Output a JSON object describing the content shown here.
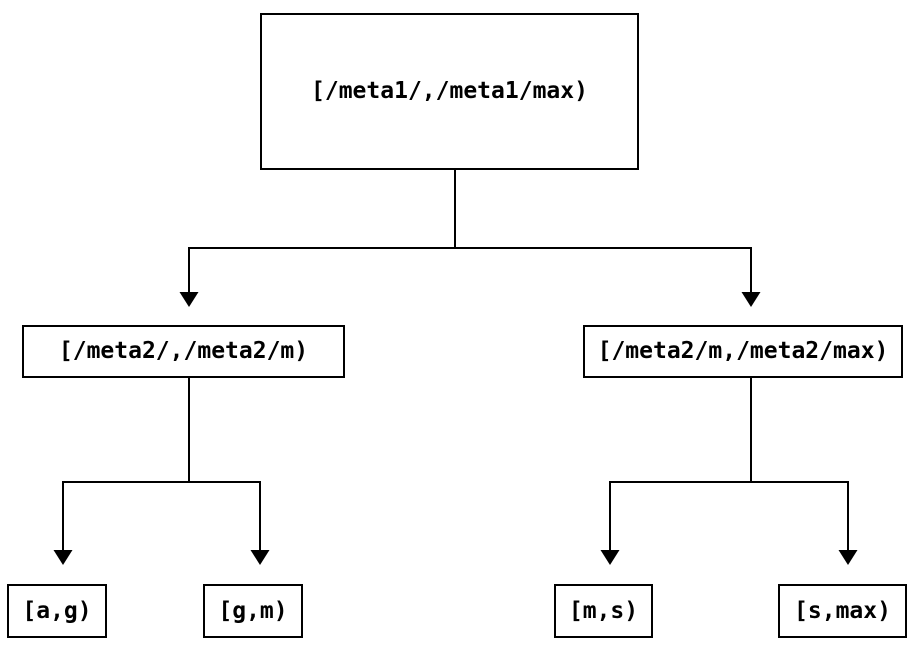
{
  "diagram": {
    "type": "tree",
    "background_color": "#ffffff",
    "line_color": "#000000",
    "node_fill_color": "#ffffff",
    "node_border_color": "#000000",
    "text_color": "#000000",
    "nodes": [
      {
        "id": "root",
        "label": "[/meta1/,/meta1/max)",
        "level": 0
      },
      {
        "id": "meta2-low",
        "label": "[/meta2/,/meta2/m)",
        "level": 1
      },
      {
        "id": "meta2-high",
        "label": "[/meta2/m,/meta2/max)",
        "level": 1
      },
      {
        "id": "leaf-ag",
        "label": "[a,g)",
        "level": 2
      },
      {
        "id": "leaf-gm",
        "label": "[g,m)",
        "level": 2
      },
      {
        "id": "leaf-ms",
        "label": "[m,s)",
        "level": 2
      },
      {
        "id": "leaf-smax",
        "label": "[s,max)",
        "level": 2
      }
    ],
    "edges": [
      {
        "from": "root",
        "to": "meta2-low"
      },
      {
        "from": "root",
        "to": "meta2-high"
      },
      {
        "from": "meta2-low",
        "to": "leaf-ag"
      },
      {
        "from": "meta2-low",
        "to": "leaf-gm"
      },
      {
        "from": "meta2-high",
        "to": "leaf-ms"
      },
      {
        "from": "meta2-high",
        "to": "leaf-smax"
      }
    ]
  }
}
